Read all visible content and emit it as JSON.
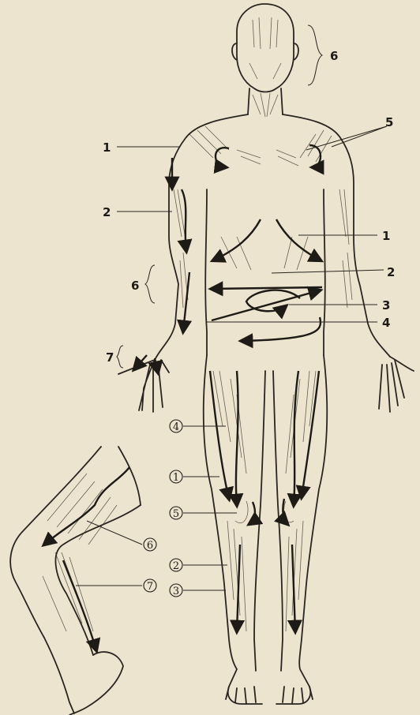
{
  "labels": {
    "head": "6",
    "shoulders": "5",
    "left_arm_1": "1",
    "left_arm_2": "2",
    "forearm": "6",
    "wrist": "7",
    "trunk_1": "1",
    "trunk_2": "2",
    "trunk_3": "3",
    "trunk_4": "4"
  },
  "leg_labels": {
    "c4": "4",
    "c1": "1",
    "c5": "5",
    "c2": "2",
    "c3": "3",
    "c6": "6",
    "c7": "7"
  }
}
